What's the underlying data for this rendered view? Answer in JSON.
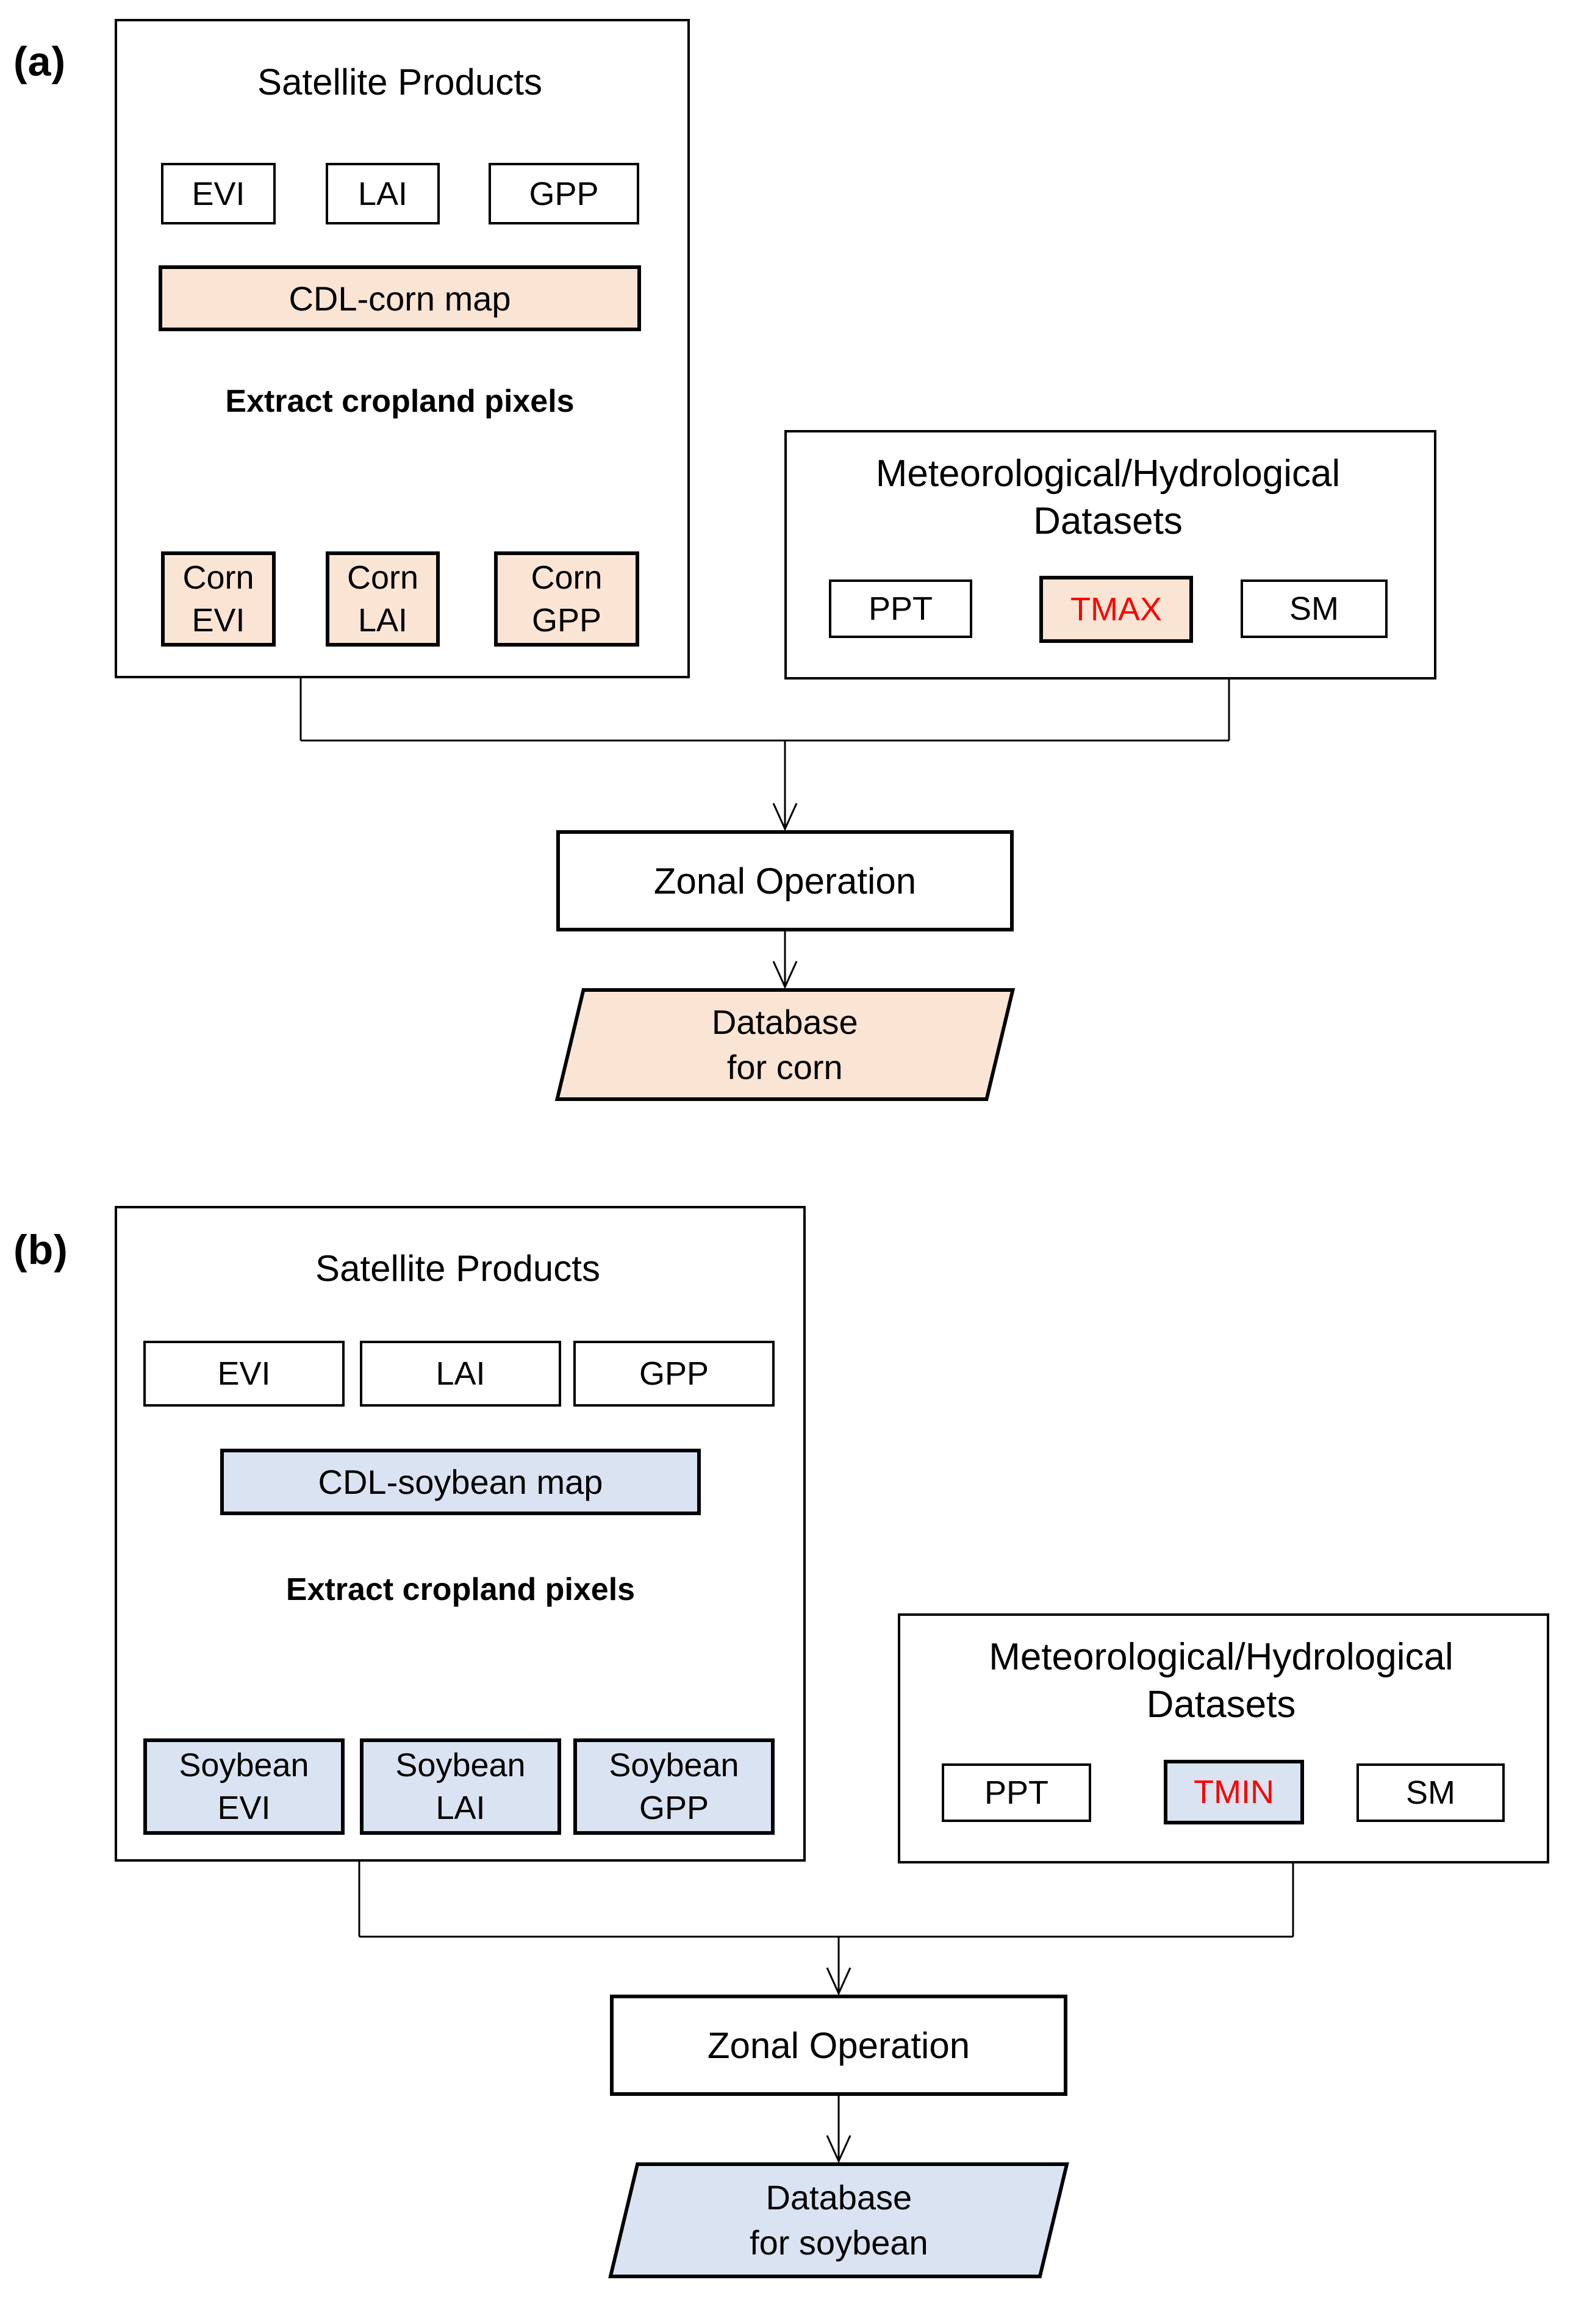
{
  "colors": {
    "corn_accent": "#fae4d4",
    "soybean_accent": "#dae3f1",
    "highlight_text": "#ff0000",
    "line_and_border": "#000000",
    "background": "#ffffff"
  },
  "panel_a": {
    "label": "(a)",
    "satellite": {
      "title": "Satellite Products",
      "products": [
        "EVI",
        "LAI",
        "GPP"
      ],
      "cdl_map_label": "CDL-corn map",
      "extract_note": "Extract cropland pixels",
      "outputs": [
        {
          "line1": "Corn",
          "line2": "EVI"
        },
        {
          "line1": "Corn",
          "line2": "LAI"
        },
        {
          "line1": "Corn",
          "line2": "GPP"
        }
      ]
    },
    "met": {
      "title_line1": "Meteorological/Hydrological",
      "title_line2": "Datasets",
      "datasets": [
        "PPT",
        "TMAX",
        "SM"
      ],
      "highlighted_dataset": "TMAX"
    },
    "zonal_label": "Zonal Operation",
    "database": {
      "line1": "Database",
      "line2": "for corn"
    }
  },
  "panel_b": {
    "label": "(b)",
    "satellite": {
      "title": "Satellite Products",
      "products": [
        "EVI",
        "LAI",
        "GPP"
      ],
      "cdl_map_label": "CDL-soybean map",
      "extract_note": "Extract cropland pixels",
      "outputs": [
        {
          "line1": "Soybean",
          "line2": "EVI"
        },
        {
          "line1": "Soybean",
          "line2": "LAI"
        },
        {
          "line1": "Soybean",
          "line2": "GPP"
        }
      ]
    },
    "met": {
      "title_line1": "Meteorological/Hydrological",
      "title_line2": "Datasets",
      "datasets": [
        "PPT",
        "TMIN",
        "SM"
      ],
      "highlighted_dataset": "TMIN"
    },
    "zonal_label": "Zonal Operation",
    "database": {
      "line1": "Database",
      "line2": "for soybean"
    }
  }
}
